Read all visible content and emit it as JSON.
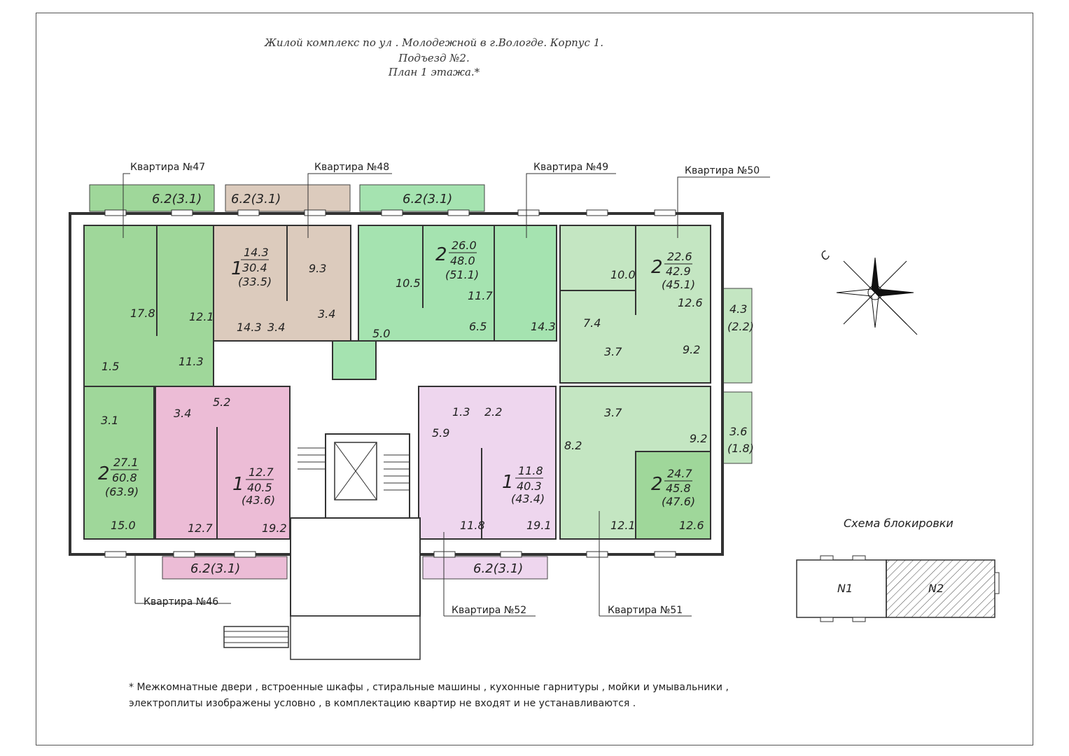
{
  "title": {
    "line1": "Жилой комплекс по ул . Молодежной в г.Вологде.  Корпус 1.",
    "line2": "Подъезд №2.",
    "line3": "План 1 этажа.*"
  },
  "colors": {
    "green": "#9fd79a",
    "green_light": "#c4e6c2",
    "green_mint": "#a5e3b0",
    "beige": "#dccbbd",
    "pink": "#ecbcd6",
    "lilac": "#eed6ee",
    "wall": "#333333"
  },
  "apartments": {
    "a46": {
      "label": "Квартира №46",
      "rooms": "2",
      "living": "27.1",
      "total": "60.8",
      "with_balcony": "(63.9)",
      "balcony": "6.2(3.1)"
    },
    "a47": {
      "label": "Квартира №47",
      "balcony": "6.2(3.1)"
    },
    "a48": {
      "label": "Квартира №48",
      "rooms": "1",
      "living": "14.3",
      "total": "30.4",
      "with_balcony": "(33.5)",
      "balcony": "6.2(3.1)"
    },
    "a49": {
      "label": "Квартира №49",
      "rooms": "2",
      "living": "26.0",
      "total": "48.0",
      "with_balcony": "(51.1)",
      "balcony": "6.2(3.1)"
    },
    "a50": {
      "label": "Квартира №50",
      "rooms": "2",
      "living": "22.6",
      "total": "42.9",
      "with_balcony": "(45.1)",
      "balcony": "4.3",
      "balcony_half": "(2.2)"
    },
    "a51": {
      "label": "Квартира №51",
      "rooms": "2",
      "living": "24.7",
      "total": "45.8",
      "with_balcony": "(47.6)",
      "balcony": "3.6",
      "balcony_half": "(1.8)"
    },
    "a52": {
      "label": "Квартира №52",
      "rooms": "1",
      "living": "11.8",
      "total": "40.3",
      "with_balcony": "(43.4)",
      "balcony": "6.2(3.1)"
    },
    "a46b": {
      "rooms": "1",
      "living": "12.7",
      "total": "40.5",
      "with_balcony": "(43.6)"
    }
  },
  "room_areas": {
    "r_17_8": "17.8",
    "r_12_1a": "12.1",
    "r_1_5": "1.5",
    "r_11_3": "11.3",
    "r_3_1": "3.1",
    "r_15_0": "15.0",
    "r_9_3": "9.3",
    "r_3_4a": "3.4",
    "r_14_3a": "14.3",
    "r_3_4b": "3.4",
    "r_10_5": "10.5",
    "r_5_0": "5.0",
    "r_11_7": "11.7",
    "r_6_5": "6.5",
    "r_14_3b": "14.3",
    "r_10_0": "10.0",
    "r_7_4": "7.4",
    "r_12_6a": "12.6",
    "r_3_7a": "3.7",
    "r_9_2a": "9.2",
    "r_3_7b": "3.7",
    "r_9_2b": "9.2",
    "r_8_2": "8.2",
    "r_12_1b": "12.1",
    "r_12_6b": "12.6",
    "r_3_4c": "3.4",
    "r_5_2": "5.2",
    "r_12_7": "12.7",
    "r_19_2": "19.2",
    "r_1_3": "1.3",
    "r_2_2": "2.2",
    "r_5_9": "5.9",
    "r_11_8": "11.8",
    "r_19_1": "19.1"
  },
  "scheme": {
    "title": "Схема блокировки",
    "n1": "N1",
    "n2": "N2"
  },
  "compass": {
    "north": "С"
  },
  "footnote": {
    "line1": "* Межкомнатные двери , встроенные шкафы , стиральные машины , кухонные гарнитуры , мойки и умывальники ,",
    "line2": "электроплиты изображены условно , в комплектацию квартир не входят и не устанавливаются  ."
  }
}
